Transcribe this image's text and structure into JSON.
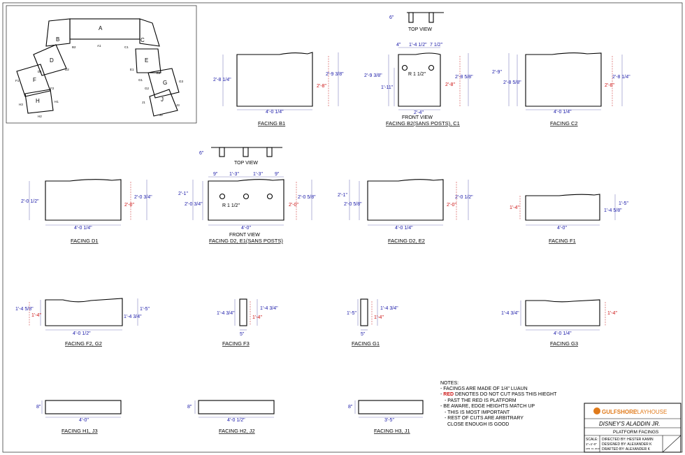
{
  "colors": {
    "ink": "#000000",
    "dim": "#1a1aa8",
    "red": "#cc1111",
    "gray": "#555555"
  },
  "key_plan": {
    "platforms": [
      "A",
      "B",
      "C",
      "D",
      "E",
      "F",
      "G",
      "H",
      "J"
    ],
    "markers": [
      "A1",
      "B2",
      "C1",
      "D1",
      "D2",
      "E1",
      "E2",
      "F1",
      "F2",
      "G1",
      "G2",
      "G3",
      "H1",
      "H2",
      "H3",
      "J1",
      "J2",
      "J3"
    ]
  },
  "common": {
    "top_view": "TOP VIEW",
    "front_view": "FRONT VIEW",
    "post_radius": "R 1 1/2\"",
    "post_height": "6\""
  },
  "facings": {
    "b1": {
      "title": "FACING B1",
      "width": "4'-0 1/4\"",
      "left_h": "2'-8 1/4\"",
      "right_h": "2'-9 3/8\"",
      "red": "2'-8\""
    },
    "b2": {
      "title": "FACING B2(SANS POSTS), C1",
      "width": "2'-4\"",
      "top_a": "4\"",
      "top_b": "1'-4 1/2\"",
      "top_c": "7 1/2\"",
      "left_h": "2'-9 3/8\"",
      "post_h": "1'-11\"",
      "right_h": "2'-8 5/8\"",
      "red": "2'-8\""
    },
    "c2": {
      "title": "FACING C2",
      "width": "4'-0 1/4\"",
      "left_a": "2'-9\"",
      "left_b": "2'-8 5/8\"",
      "right_h": "2'-8 1/4\"",
      "red": "2'-8\""
    },
    "d1": {
      "title": "FACING D1",
      "width": "4'-0 1/4\"",
      "left_h": "2'-0 1/2\"",
      "right_h": "2'-0 3/4\"",
      "red": "2'-0\""
    },
    "d2": {
      "title": "FACING D2, E1(SANS POSTS)",
      "width": "4'-0\"",
      "top_a": "9\"",
      "top_b": "1'-3\"",
      "top_c": "1'-3\"",
      "top_d": "9\"",
      "left_a": "2'-1\"",
      "left_b": "2'-0 3/4\"",
      "right_h": "2'-0 5/8\"",
      "red": "2'-0\""
    },
    "e2": {
      "title": "FACING D2, E2",
      "width": "4'-0 1/4\"",
      "left_a": "2'-1\"",
      "left_b": "2'-0 5/8\"",
      "right_h": "2'-0 1/2\"",
      "red": "2'-0\""
    },
    "f1": {
      "title": "FACING F1",
      "width": "4'-0\"",
      "right_a": "1'-5\"",
      "right_b": "1'-4 5/8\"",
      "red": "1'-4\""
    },
    "f2": {
      "title": "FACING F2, G2",
      "width": "4'-0 1/2\"",
      "left_h": "1'-4 5/8\"",
      "right_a": "1'-5\"",
      "right_b": "1'-4 3/4\"",
      "red": "1'-4\""
    },
    "f3": {
      "title": "FACING F3",
      "width": "5\"",
      "left_h": "1'-4 3/4\"",
      "right_h": "1'-4 3/4\"",
      "red": "1'-4\""
    },
    "g1": {
      "title": "FACING G1",
      "width": "5\"",
      "left_h": "1'-5\"",
      "right_h": "1'-4 3/4\"",
      "red": "1'-4\""
    },
    "g3": {
      "title": "FACING G3",
      "width": "4'-0 1/4\"",
      "left_h": "1'-4 3/4\"",
      "red": "1'-4\""
    },
    "h1": {
      "title": "FACING H1, J3",
      "width": "4'-0\"",
      "height": "8\""
    },
    "h2": {
      "title": "FACING H2, J2",
      "width": "4'-0 1/2\"",
      "height": "8\""
    },
    "h3": {
      "title": "FACING H3, J1",
      "width": "3'-5\"",
      "height": "8\""
    }
  },
  "notes": {
    "heading": "NOTES:",
    "line1": "- FACINGS ARE MADE OF 1/4\" LUAUN",
    "line2_prefix": "- ",
    "line2_red": "RED",
    "line2_rest": " DENOTES DO NOT CUT PASS THIS HIEGHT",
    "line3": "- PAST THE RED IS PLATFORM",
    "line4": "- BE AWARE, EDGE HEIGHTS MATCH UP",
    "line5": "- THIS IS MOST IMPORTANT",
    "line6": "- REST OF CUTS ARE ARBITRARY",
    "line7": "CLOSE ENOUGH IS GOOD"
  },
  "title_block": {
    "logo_main": "GULFSHORE",
    "logo_sub": "PLAYHOUSE",
    "show": "DISNEY'S ALADDIN JR.",
    "sheet": "PLATFORM FACINGS",
    "scale_label": "SCALE:",
    "scale_value": "1\"=1'-0\"",
    "date": "APR. 16, 2019",
    "directed": "DIRECTED BY: HESTER KAMIN",
    "designed": "DESIGNED BY: ALEXANDER K",
    "drafted": "DRAFTED BY: ALEXANDER K"
  }
}
